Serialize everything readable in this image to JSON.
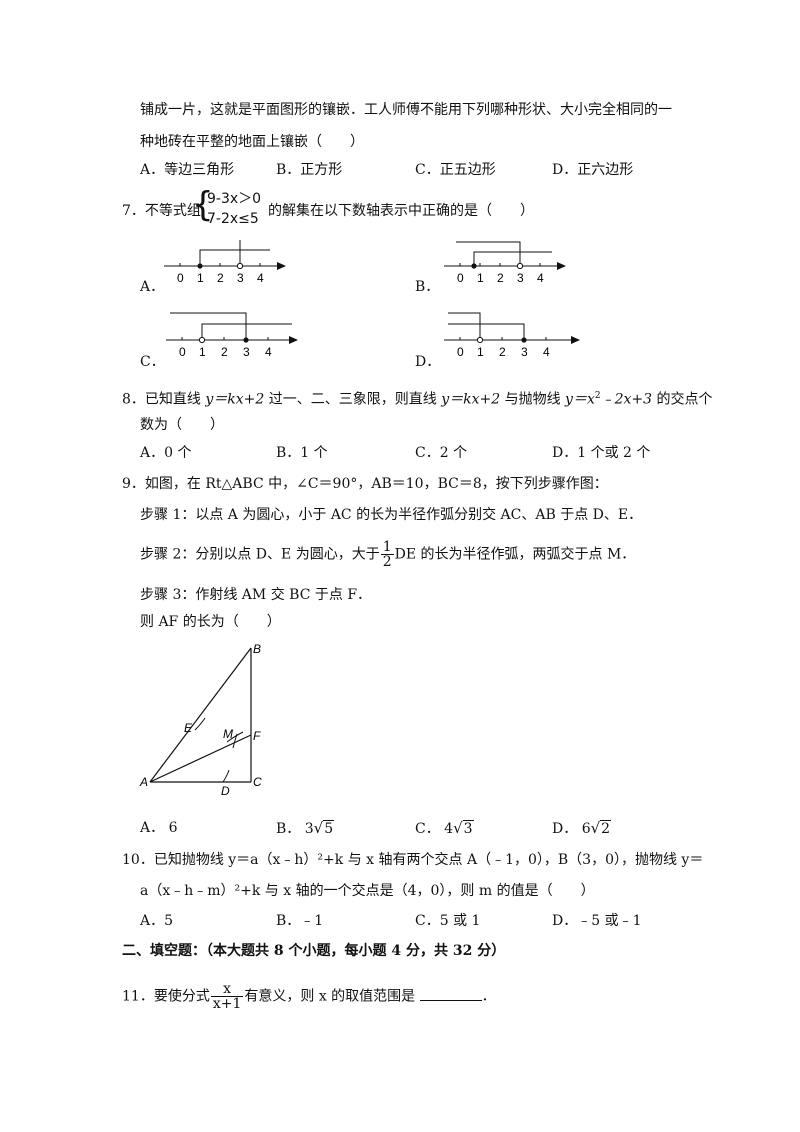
{
  "q6": {
    "line1": "铺成一片，这就是平面图形的镶嵌．工人师傅不能用下列哪种形状、大小完全相同的一",
    "line2": "种地砖在平整的地面上镶嵌（　　）",
    "options": [
      "A．等边三角形",
      "B．正方形",
      "C．正五边形",
      "D．正六边形"
    ]
  },
  "q7": {
    "prefix": "7．不等式组",
    "ineq1": "9-3x＞0",
    "ineq2": "7-2x≤5",
    "suffix": "的解集在以下数轴表示中正确的是（　　）",
    "labels": [
      "A．",
      "B．",
      "C．",
      "D．"
    ],
    "ticks": [
      "0",
      "1",
      "2",
      "3",
      "4"
    ]
  },
  "q8": {
    "line1_a": "8．已知直线 ",
    "line1_b": "y＝kx+2",
    "line1_c": " 过一、二、三象限，则直线 ",
    "line1_d": "y＝kx+2",
    "line1_e": " 与抛物线 ",
    "line1_f": "y＝x",
    "line1_sup": "2",
    "line1_g": "﹣2x+3",
    "line1_h": " 的交点个",
    "line2": "数为（　　）",
    "options": [
      "A．0 个",
      "B．1 个",
      "C．2 个",
      "D．1 个或 2 个"
    ]
  },
  "q9": {
    "line1": "9．如图，在 Rt△ABC 中，∠C＝90°，AB＝10，BC＝8，按下列步骤作图：",
    "step1": "步骤 1：以点 A 为圆心，小于 AC 的长为半径作弧分别交 AC、AB 于点 D、E．",
    "step2_a": "步骤 2：分别以点 D、E 为圆心，大于",
    "step2_num": "1",
    "step2_den": "2",
    "step2_b": "DE 的长为半径作弧，两弧交于点 M．",
    "step3": "步骤 3：作射线 AM 交 BC 于点 F．",
    "ask": "则 AF 的长为（　　）",
    "points": [
      "B",
      "E",
      "M",
      "F",
      "A",
      "D",
      "C"
    ],
    "options": [
      {
        "label": "A．",
        "value": "6",
        "root": ""
      },
      {
        "label": "B．",
        "value": "3",
        "root": "5"
      },
      {
        "label": "C．",
        "value": "4",
        "root": "3"
      },
      {
        "label": "D．",
        "value": "6",
        "root": "2"
      }
    ]
  },
  "q10": {
    "line1": "10．已知抛物线 y＝a（x﹣h）²+k 与 x 轴有两个交点 A（﹣1，0），B（3，0），抛物线 y＝",
    "line2": "a（x﹣h﹣m）²+k 与 x 轴的一个交点是（4，0），则 m 的值是（　　）",
    "options": [
      "A．5",
      "B．﹣1",
      "C．5 或 1",
      "D．﹣5 或﹣1"
    ]
  },
  "section2": "二、填空题：（本大题共 8 个小题，每小题 4 分，共 32 分）",
  "q11": {
    "prefix": "11．要使分式",
    "num": "x",
    "den": "x+1",
    "suffix": "有意义，则 x 的取值范围是",
    "end": "．"
  }
}
